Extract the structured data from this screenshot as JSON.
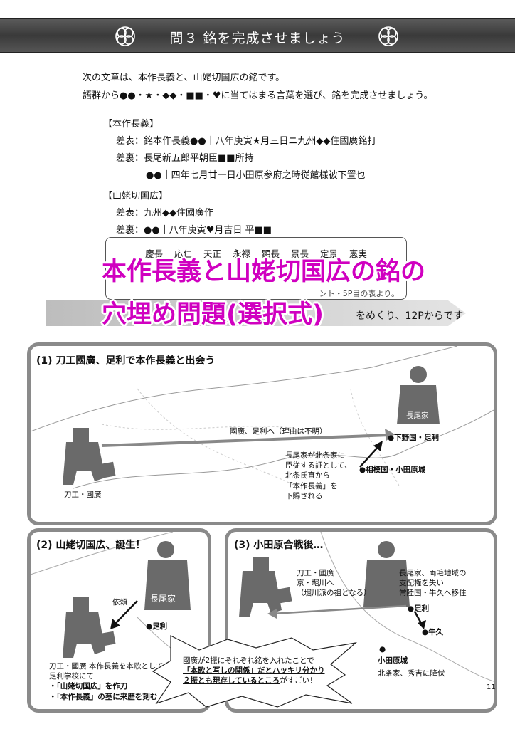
{
  "header": {
    "title": "問３ 銘を完成させましょう",
    "icon": "knot-ornament-icon"
  },
  "intro": [
    "次の文章は、本作長義と、山姥切国広の銘です。",
    "語群から●●・★・◆◆・■■・♥に当てはまる言葉を選び、銘を完成させましょう。"
  ],
  "honsaku": {
    "heading": "【本作長義】",
    "omote_label": "差表：",
    "omote": "銘本作長義●●十八年庚寅★月三日ニ九州◆◆住國廣銘打",
    "ura_label": "差裏：",
    "ura1": "長尾新五郎平朝臣■■所持",
    "ura2": "●●十四年七月廿一日小田原参府之時従館様被下置也"
  },
  "yamanba": {
    "heading": "【山姥切国広】",
    "omote_label": "差表：",
    "omote": "九州◆◆住國廣作",
    "ura_label": "差裏：",
    "ura": "●●十八年庚寅♥月吉日 平■■"
  },
  "wordbank": {
    "words": "慶長 応仁 天正 永禄 顕長 景長 定景 憲実",
    "hint": "ント・5P目の表より。"
  },
  "overlay": {
    "line1": "本作長義と山姥切国広の銘の",
    "line2": "穴埋め問題(選択式)",
    "color": "#d000c0"
  },
  "banner": {
    "text": "をめくり、12Pからです"
  },
  "panel1": {
    "title": "(1) 刀工國廣、足利で本作長義と出会う",
    "route": "國廣、足利へ（理由は不明）",
    "smith": "刀工・國廣",
    "nagao": "長尾家",
    "shimotsuke": "●下野国・足利",
    "sagami": "●相模国・小田原城",
    "note": [
      "長尾家が北条家に",
      "臣従する証として、",
      "北条氏直から",
      "「本作長義」を",
      "下賜される"
    ]
  },
  "panel2": {
    "title": "(2) 山姥切国広、誕生！",
    "request": "依頼",
    "nagao": "長尾家",
    "ashikaga": "●足利",
    "note": [
      "刀工・國廣 本作長義を本歌として",
      "足利学校にて",
      "・「山姥切国広」を作刀",
      "・「本作長義」の茎に来歴を刻む"
    ]
  },
  "panel3": {
    "title": "(3) 小田原合戦後…",
    "smith": [
      "刀工・國廣",
      "京・堀川へ",
      "（堀川派の祖となる）"
    ],
    "nagao": [
      "長尾家、両毛地域の",
      "支配権を失い",
      "常陸国・牛久へ移住"
    ],
    "ashikaga": "●足利",
    "ushiku": "●牛久",
    "odawara_dot": "●",
    "odawara": "小田原城",
    "hojo": "北条家、秀吉に降伏"
  },
  "callout": {
    "line1": "國廣が2振にそれぞれ銘を入れたことで",
    "line2a": "「本歌と写しの関係」",
    "line2b": "だとハッキリ分かり",
    "line3a": "２振とも現存しているところ",
    "line3b": "がすごい！"
  },
  "page_number": "11"
}
